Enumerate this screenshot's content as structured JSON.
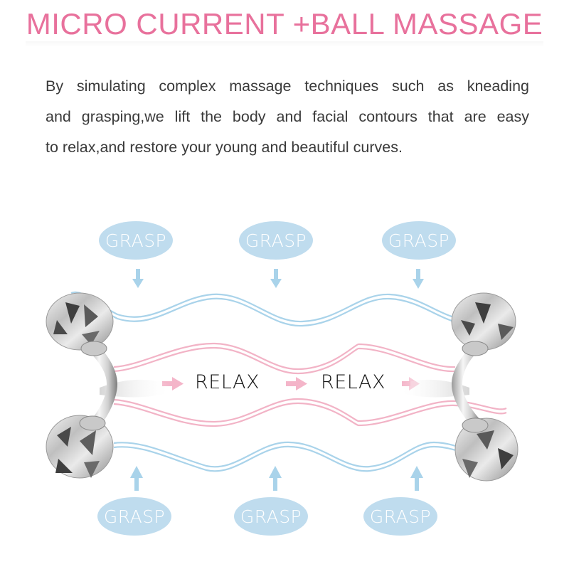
{
  "header": {
    "title": "MICRO CURRENT +BALL MASSAGE"
  },
  "description": {
    "lines": [
      "By simulating complex massage techniques such as kneading",
      "and grasping,we lift the body and facial contours that are easy",
      "to relax,and restore your young and beautiful curves."
    ]
  },
  "diagram": {
    "top_labels": [
      {
        "label": "GRASP",
        "arrow": "arrow-down-icon"
      },
      {
        "label": "GRASP",
        "arrow": "arrow-down-icon"
      },
      {
        "label": "GRASP",
        "arrow": "arrow-down-icon"
      }
    ],
    "bottom_labels": [
      {
        "label": "GRASP",
        "arrow": "arrow-up-icon"
      },
      {
        "label": "GRASP",
        "arrow": "arrow-up-icon"
      },
      {
        "label": "GRASP",
        "arrow": "arrow-up-icon"
      }
    ],
    "center_labels": [
      {
        "label": "RELAX",
        "arrow": "arrow-right-icon"
      },
      {
        "label": "RELAX",
        "arrow": "arrow-right-icon"
      }
    ],
    "product": "3d-roller-massager"
  },
  "colors": {
    "title": "#e8719c",
    "body_text": "#3a3a3a",
    "grasp_fill": "#bfdcee",
    "blue_wave": "#a9d3ea",
    "pink_wave": "#f2b3c6",
    "pink_arrow": "#f4b5c9",
    "relax_text": "#141414"
  }
}
